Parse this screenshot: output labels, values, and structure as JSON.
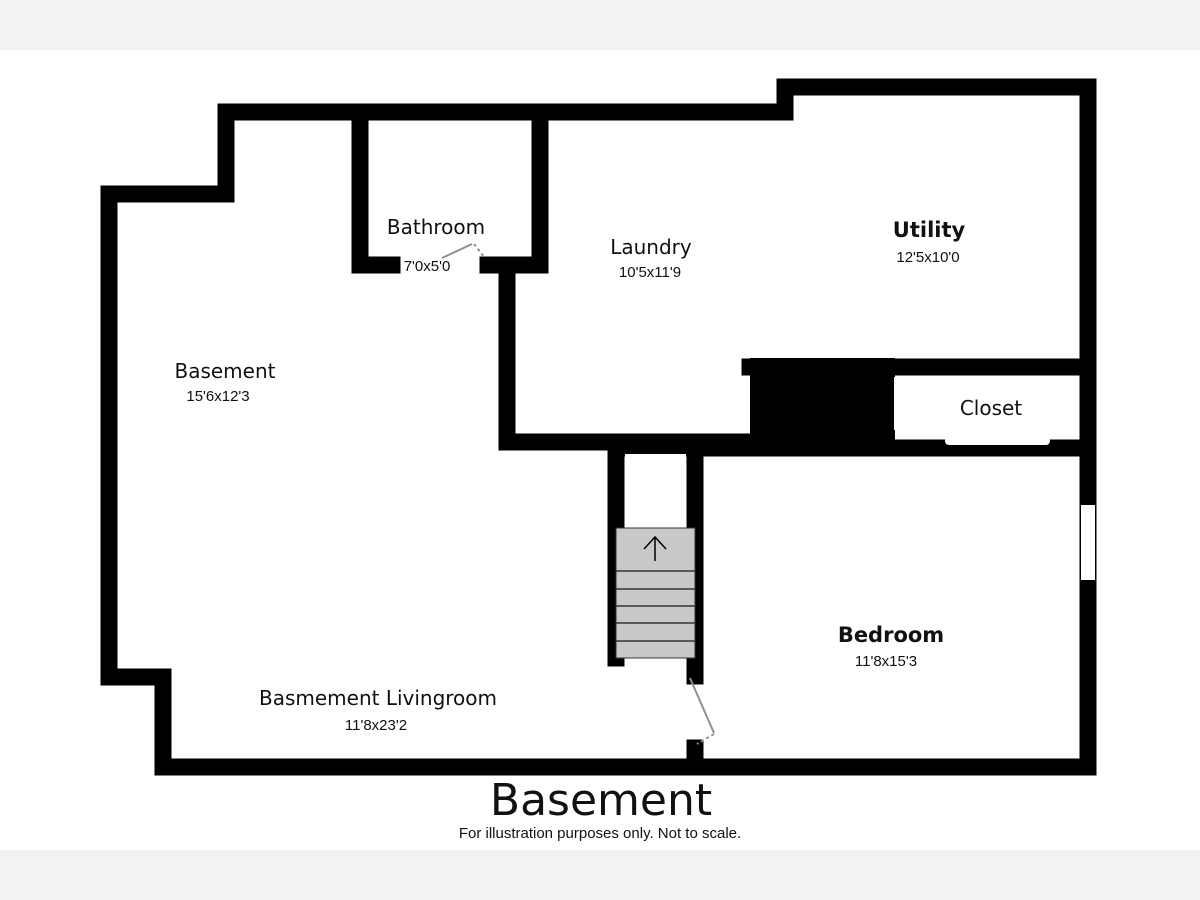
{
  "title": "Basement",
  "disclaimer": "For illustration purposes only. Not to scale.",
  "rooms": [
    {
      "name": "Bathroom",
      "dims": "7'0x5'0"
    },
    {
      "name": "Laundry",
      "dims": "10'5x11'9"
    },
    {
      "name": "Utility",
      "dims": "12'5x10'0"
    },
    {
      "name": "Basement",
      "dims": "15'6x12'3"
    },
    {
      "name": "Closet"
    },
    {
      "name": "Bedroom",
      "dims": "11'8x15'3"
    },
    {
      "name": "Basmement Livingroom",
      "dims": "11'8x23'2"
    }
  ],
  "colors": {
    "wall": "#000000",
    "stairs": "#c8c8c8",
    "door": "#909090",
    "band": "#f2f2f2"
  }
}
